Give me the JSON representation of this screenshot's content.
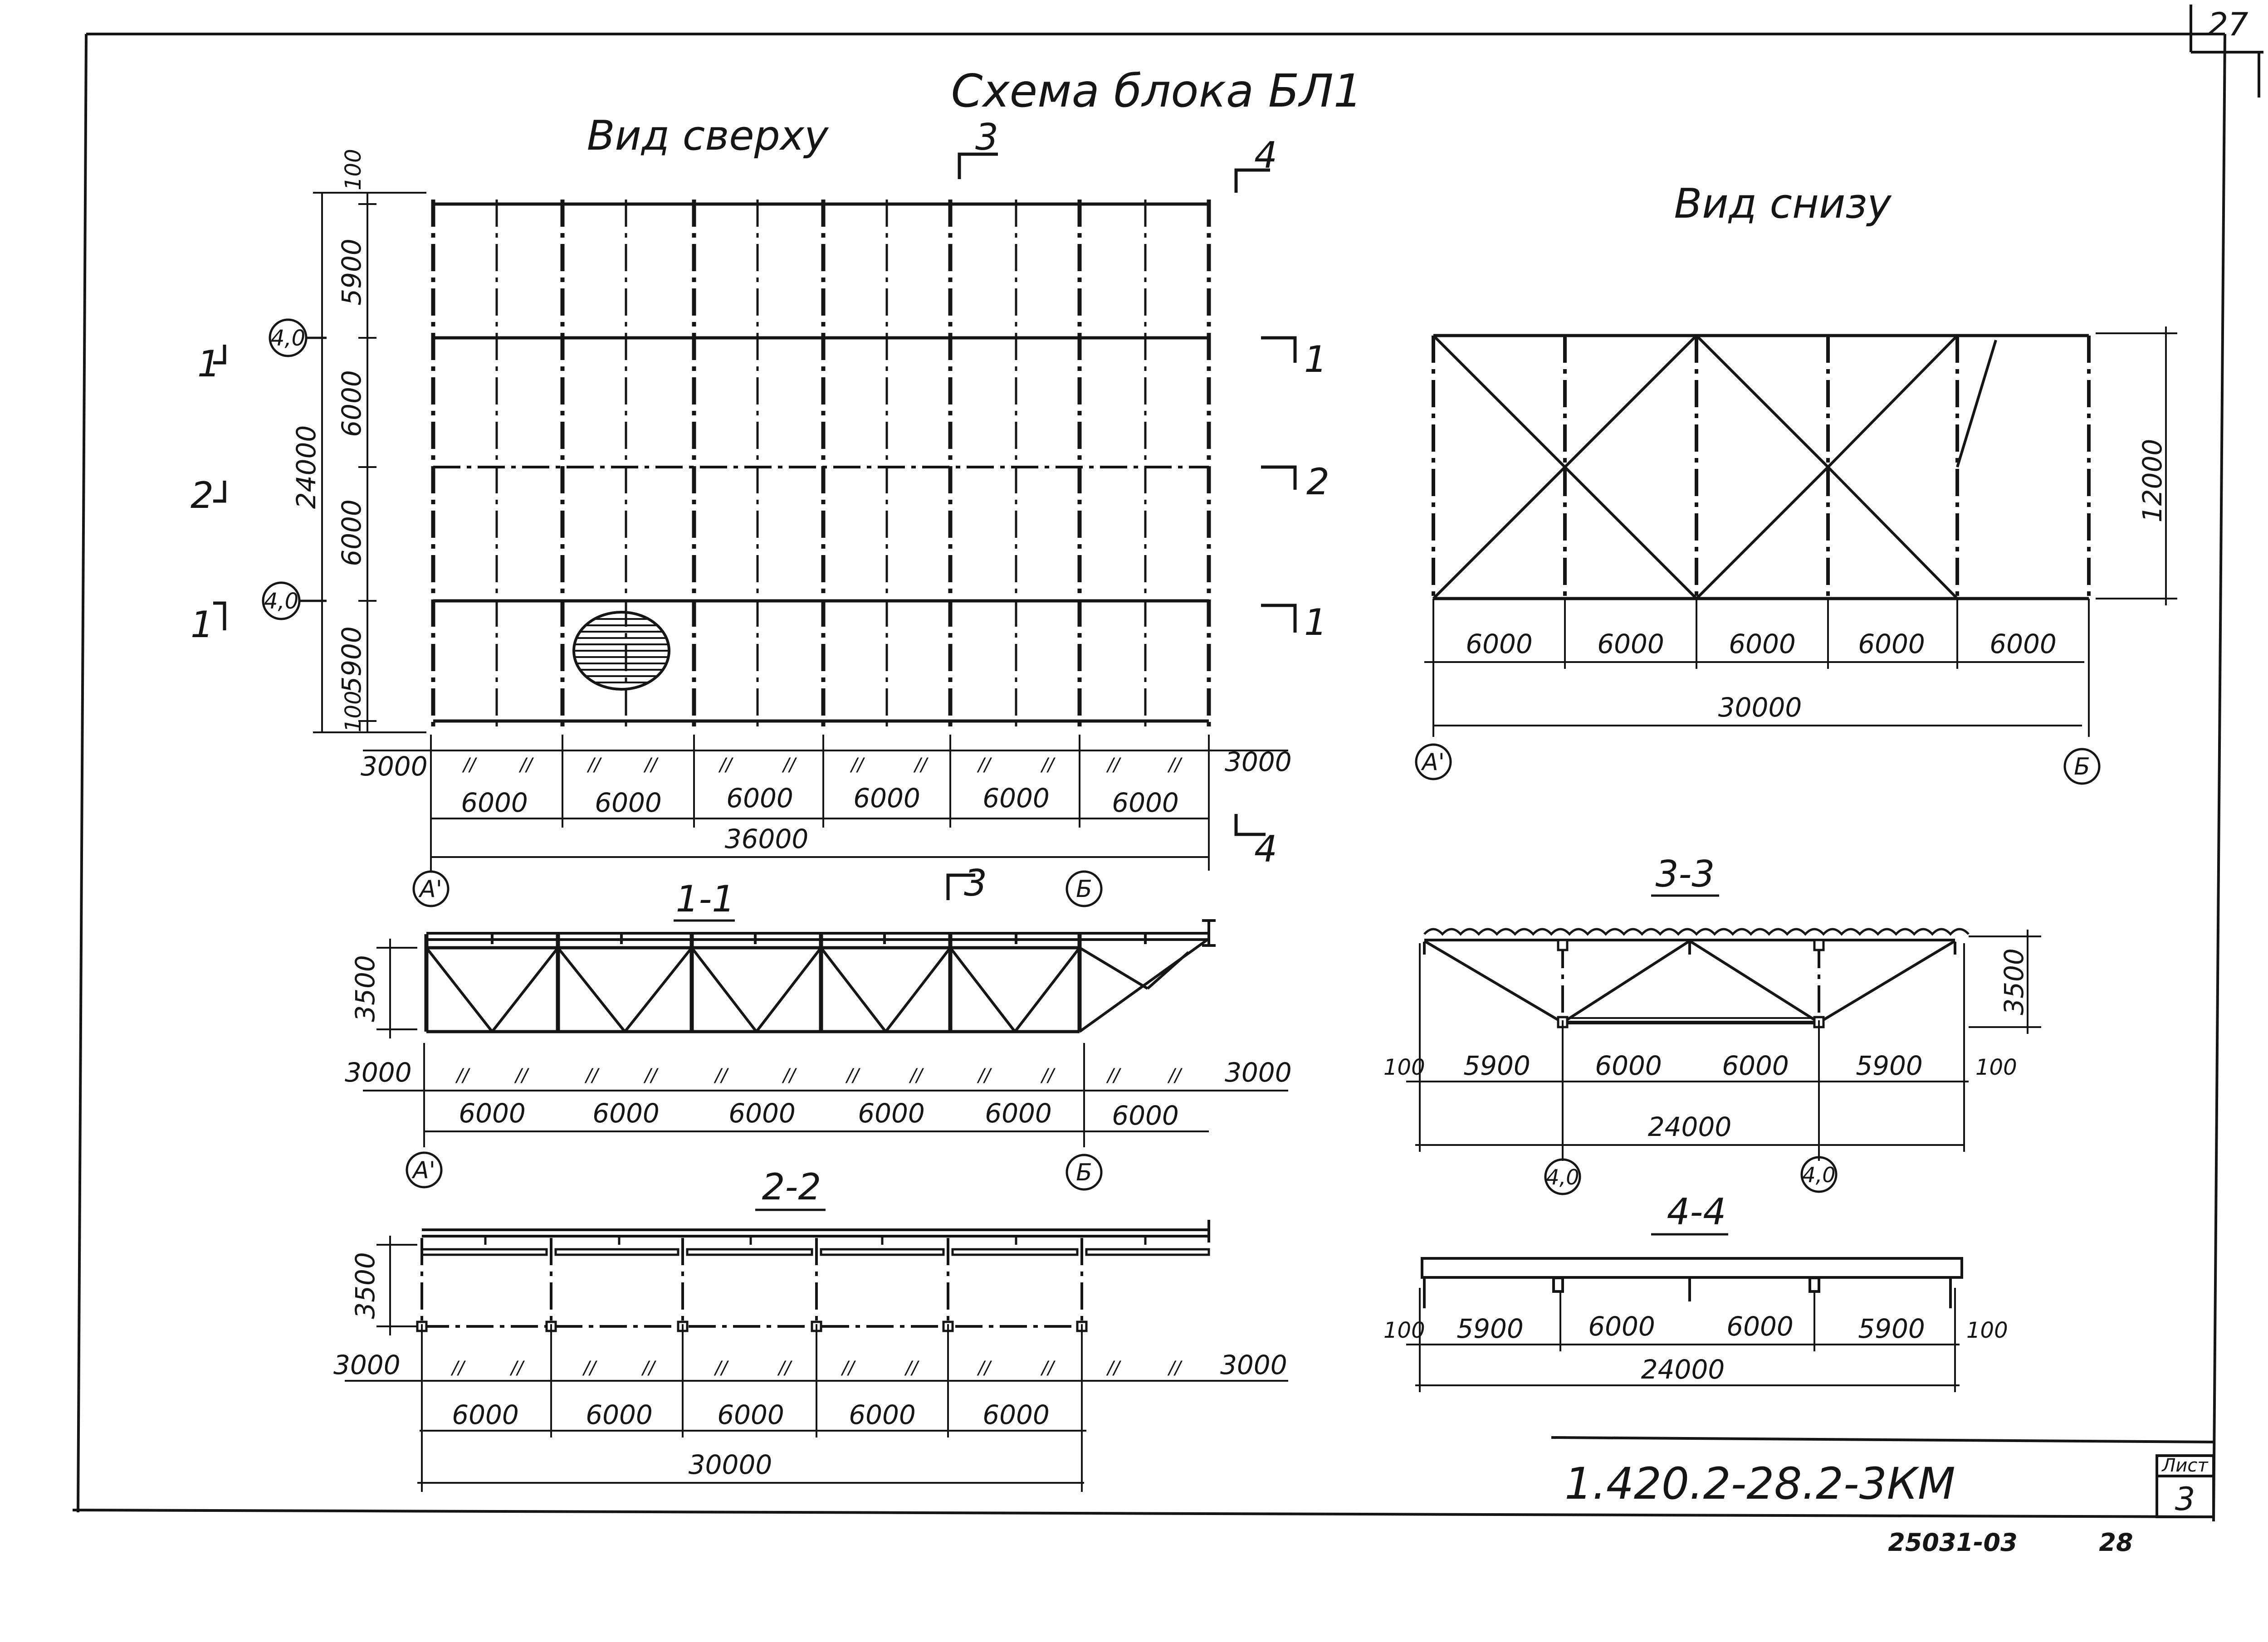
{
  "sheet": {
    "title": "Схема блока БЛ1",
    "corner_number": "27",
    "doc_code": "1.420.2-28.2-3КМ",
    "sheet_label": "Лист",
    "sheet_number": "3",
    "archive_number": "25031-03",
    "archive_page": "28"
  },
  "views": {
    "top": "Вид сверху",
    "bottom": "Вид снизу",
    "sec11": "1-1",
    "sec22": "2-2",
    "sec33": "3-3",
    "sec44": "4-4"
  },
  "cuts": {
    "one": "1",
    "two": "2",
    "three": "3",
    "four": "4"
  },
  "axes": {
    "a": "А'",
    "b": "Б",
    "elev": "4,0"
  },
  "dims": {
    "d100": "100",
    "d5900": "5900",
    "d6000": "6000",
    "d24000": "24000",
    "d12000": "12000",
    "d3000": "3000",
    "d3500": "3500",
    "d30000": "30000",
    "d36000": "36000",
    "tick": "//"
  }
}
